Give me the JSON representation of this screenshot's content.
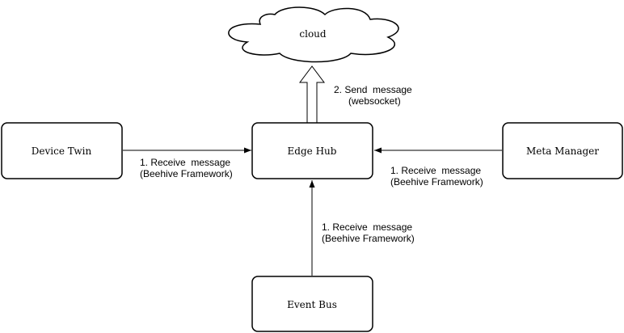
{
  "nodes": {
    "cloud": "cloud",
    "edge_hub": "Edge Hub",
    "device_twin": "Device Twin",
    "meta_manager": "Meta Manager",
    "event_bus": "Event Bus"
  },
  "edges": {
    "send_to_cloud": {
      "line1": "2. Send  message",
      "line2": "(websocket)"
    },
    "from_device_twin": {
      "line1": "1. Receive  message",
      "line2": "(Beehive Framework)"
    },
    "from_meta_manager": {
      "line1": "1. Receive  message",
      "line2": "(Beehive Framework)"
    },
    "from_event_bus": {
      "line1": "1. Receive  message",
      "line2": "(Beehive Framework)"
    }
  }
}
